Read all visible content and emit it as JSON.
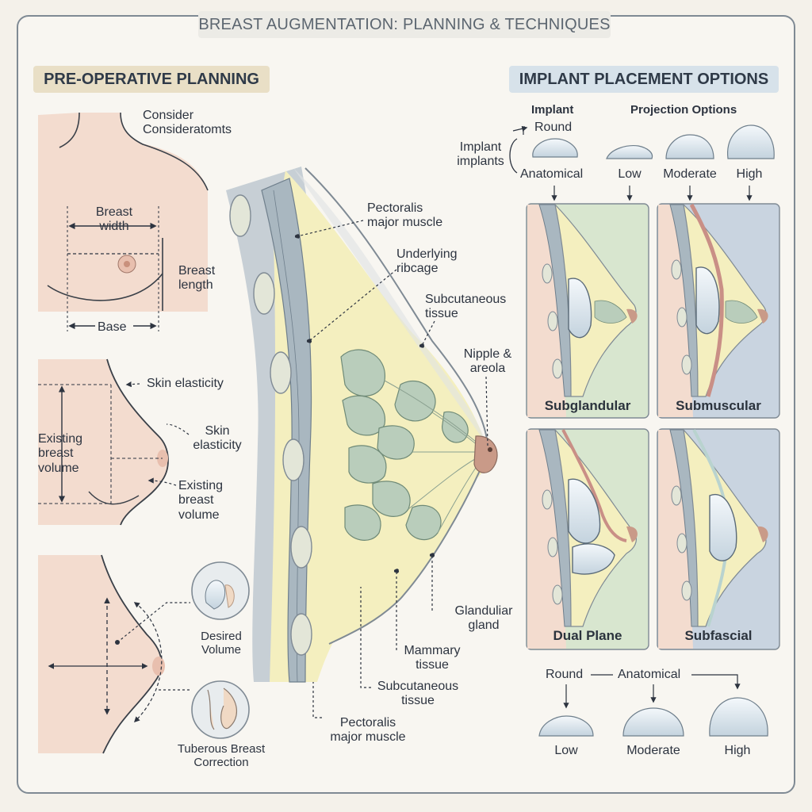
{
  "title": "BREAST AUGMENTATION: PLANNING & TECHNIQUES",
  "left": {
    "heading": "PRE-OPERATIVE PLANNING",
    "consider": "Consider\nConsideratomts",
    "breast_width": "Breast\nwidth",
    "breast_length": "Breast\nlength",
    "base": "Base",
    "skin_elasticity_1": "Skin elasticity",
    "skin_elasticity_2": "Skin\nelasticity",
    "existing_volume_1": "Existing\nbreast\nvolume",
    "existing_volume_2": "Existing\nbreast\nvolume",
    "desired_volume": "Desired\nVolume",
    "tuberous": "Tuberous Breast\nCorrection"
  },
  "center": {
    "pectoralis_top": "Pectoralis\nmajor muscle",
    "ribcage": "Underlying\nribcage",
    "subcutaneous_top": "Subcutaneous\ntissue",
    "nipple": "Nipple &\nareola",
    "glandular": "Glanduliar\ngland",
    "mammary": "Mammary\ntissue",
    "subcutaneous_bottom": "Subcutaneous\ntissue",
    "pectoralis_bottom": "Pectoralis\nmajor muscle"
  },
  "right": {
    "heading": "IMPLANT PLACEMENT OPTIONS",
    "implant_col": "Implant",
    "projection_col": "Projection Options",
    "round": "Round",
    "implant_implants": "Implant\nimplants",
    "anatomical": "Anatomical",
    "low": "Low",
    "moderate": "Moderate",
    "high": "High",
    "panels": [
      "Subglandular",
      "Submuscular",
      "Dual Plane",
      "Subfascial"
    ],
    "bottom_round": "Round",
    "bottom_anatomical": "Anatomical",
    "bottom_low": "Low",
    "bottom_moderate": "Moderate",
    "bottom_high": "High"
  },
  "colors": {
    "background": "#f4f1ea",
    "skin": "#f3dccf",
    "fat": "#f4efbf",
    "muscle": "#a9b7c0",
    "gland": "#b9cdbb",
    "implant": "#dbe6ee",
    "panel_green": "#d8e6cf",
    "panel_blue": "#c9d4e0",
    "line": "#2d3440"
  }
}
